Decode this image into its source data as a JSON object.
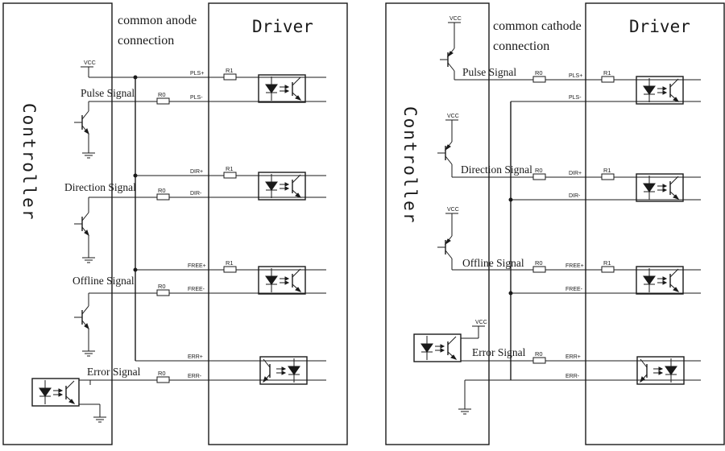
{
  "left": {
    "heading_line1": "common anode",
    "heading_line2": "connection",
    "controller_label": "Controller",
    "driver_label": "Driver",
    "vcc": "VCC",
    "signals": {
      "pulse": "Pulse Signal",
      "direction": "Direction Signal",
      "offline": "Offline Signal",
      "error": "Error Signal"
    },
    "pins": {
      "pls_plus": "PLS+",
      "pls_minus": "PLS-",
      "dir_plus": "DIR+",
      "dir_minus": "DIR-",
      "free_plus": "FREE+",
      "free_minus": "FREE-",
      "err_plus": "ERR+",
      "err_minus": "ERR-"
    },
    "resistors": {
      "r0": "R0",
      "r1": "R1"
    }
  },
  "right": {
    "heading_line1": "common cathode",
    "heading_line2": "connection",
    "controller_label": "Controller",
    "driver_label": "Driver",
    "vcc": "VCC",
    "signals": {
      "pulse": "Pulse Signal",
      "direction": "Direction Signal",
      "offline": "Offline Signal",
      "error": "Error Signal"
    },
    "pins": {
      "pls_plus": "PLS+",
      "pls_minus": "PLS-",
      "dir_plus": "DIR+",
      "dir_minus": "DIR-",
      "free_plus": "FREE+",
      "free_minus": "FREE-",
      "err_plus": "ERR+",
      "err_minus": "ERR-"
    },
    "resistors": {
      "r0": "R0",
      "r1": "R1"
    }
  },
  "colors": {
    "ink": "#1a1a1a",
    "background": "#ffffff"
  }
}
